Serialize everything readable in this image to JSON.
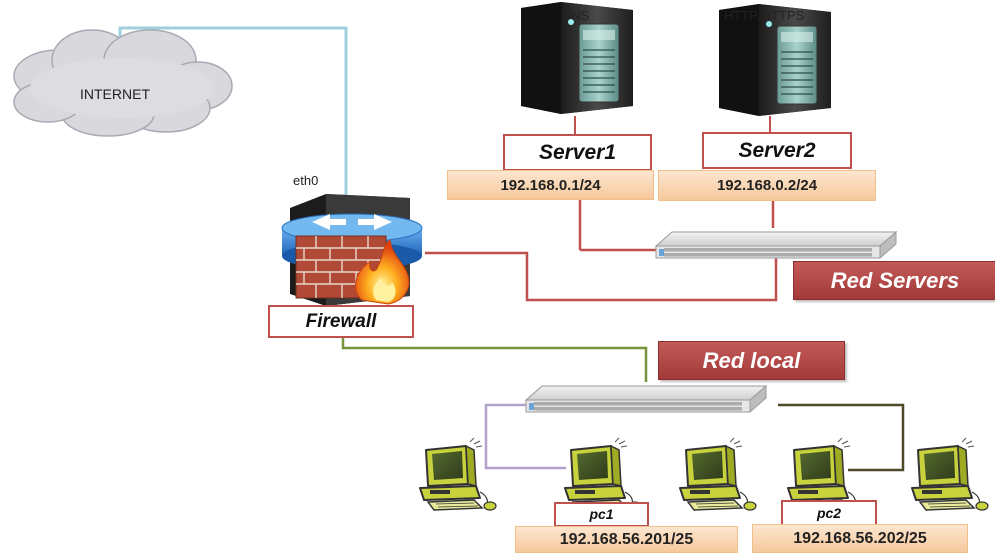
{
  "internet": {
    "label": "INTERNET"
  },
  "firewall": {
    "interface": "eth0",
    "label": "Firewall"
  },
  "servers": [
    {
      "role": "DNS",
      "name": "Server1",
      "ip": "192.168.0.1/24"
    },
    {
      "role": "HTTP/HTTPS",
      "name": "Server2",
      "ip": "192.168.0.2/24"
    }
  ],
  "networks": {
    "servers_label": "Red Servers",
    "local_label": "Red local"
  },
  "pcs": [
    {
      "name": "pc1",
      "ip": "192.168.56.201/25"
    },
    {
      "name": "pc2",
      "ip": "192.168.56.202/25"
    }
  ],
  "colors": {
    "internet_link": "#9fcfdc",
    "servers_link": "#c0504d",
    "local_link": "#77933c",
    "pc_link_left": "#b3a2c7",
    "pc_link_right": "#4f4a2a",
    "label_border": "#c0504d",
    "banner": "#b0413f",
    "ip_fill": "#fbd5b5"
  },
  "icons": [
    "cloud-icon",
    "firewall-icon",
    "server-icon",
    "switch-icon",
    "computer-icon"
  ]
}
